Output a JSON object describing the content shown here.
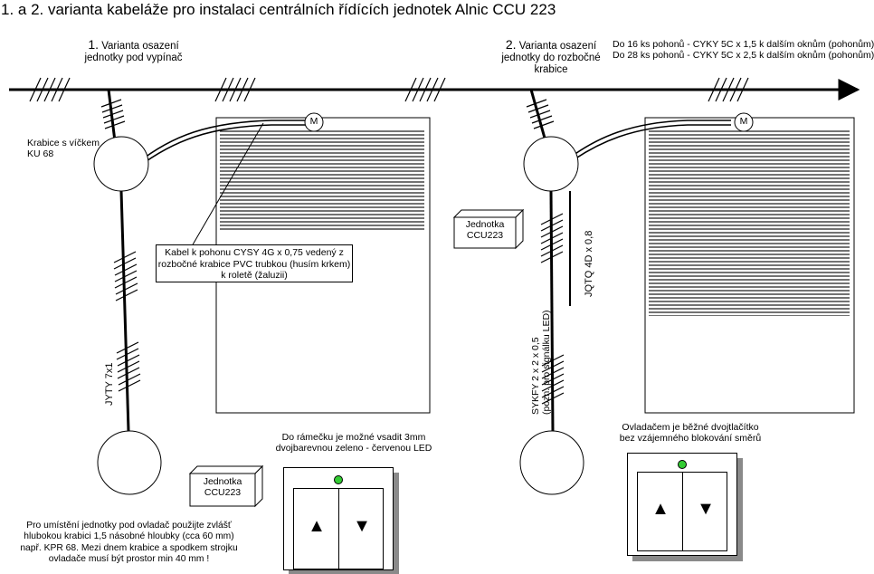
{
  "title": "1. a 2. varianta kabeláže pro instalaci centrálních řídících jednotek Alnic CCU 223",
  "variant1": {
    "num": "1.",
    "line1": " Varianta osazení",
    "line2": "jednotky pod vypínač"
  },
  "variant2": {
    "num": "2.",
    "line1": " Varianta osazení",
    "line2": "jednotky do rozbočné",
    "line3": "krabice"
  },
  "cable_spec": {
    "line1": "Do 16 ks pohonů - CYKY 5C x 1,5 k dalším oknům (pohonům)",
    "line2": "Do 28 ks pohonů - CYKY 5C x 2,5 k dalším oknům (pohonům)"
  },
  "junction_box_label": {
    "line1": "Krabice s víčkem",
    "line2": "KU 68"
  },
  "motor_symbol": "M",
  "unit_label": {
    "line1": "Jednotka",
    "line2": "CCU223"
  },
  "cable_note": {
    "line1": "Kabel k pohonu CYSY 4G x 0,75 vedený z",
    "line2": "rozbočné  krabice PVC trubkou (husím krkem)",
    "line3": "k roletě (žaluzii)"
  },
  "jyty_label": "JYTY 7x1",
  "sykfy_label": {
    "line1": "SYKFY 2 x 2 x 0,5",
    "line2": "(pozn. pro signálku LED)"
  },
  "jqtq_label": "JQTQ 4D x 0,8",
  "frame_note": {
    "line1": "Do rámečku je možné vsadit 3mm",
    "line2": "dvojbarevnou zeleno - červenou  LED"
  },
  "switch_note": {
    "line1": "Ovladačem je běžné dvojtlačítko",
    "line2": "bez vzájemného blokování směrů"
  },
  "depth_note": {
    "line1": "Pro umístění jednotky pod ovladač použijte zvlášť",
    "line2": "hlubokou krabici 1,5 násobné hloubky (cca 60 mm)",
    "line3": "např. KPR 68. Mezi dnem krabice a spodkem strojku",
    "line4": "ovladače musí být prostor min 40 mm !"
  },
  "switch_buttons": {
    "up": "▲",
    "down": "▼"
  },
  "colors": {
    "led": "#33cc33",
    "stroke": "#000000",
    "shadow": "#8a8a8a"
  }
}
